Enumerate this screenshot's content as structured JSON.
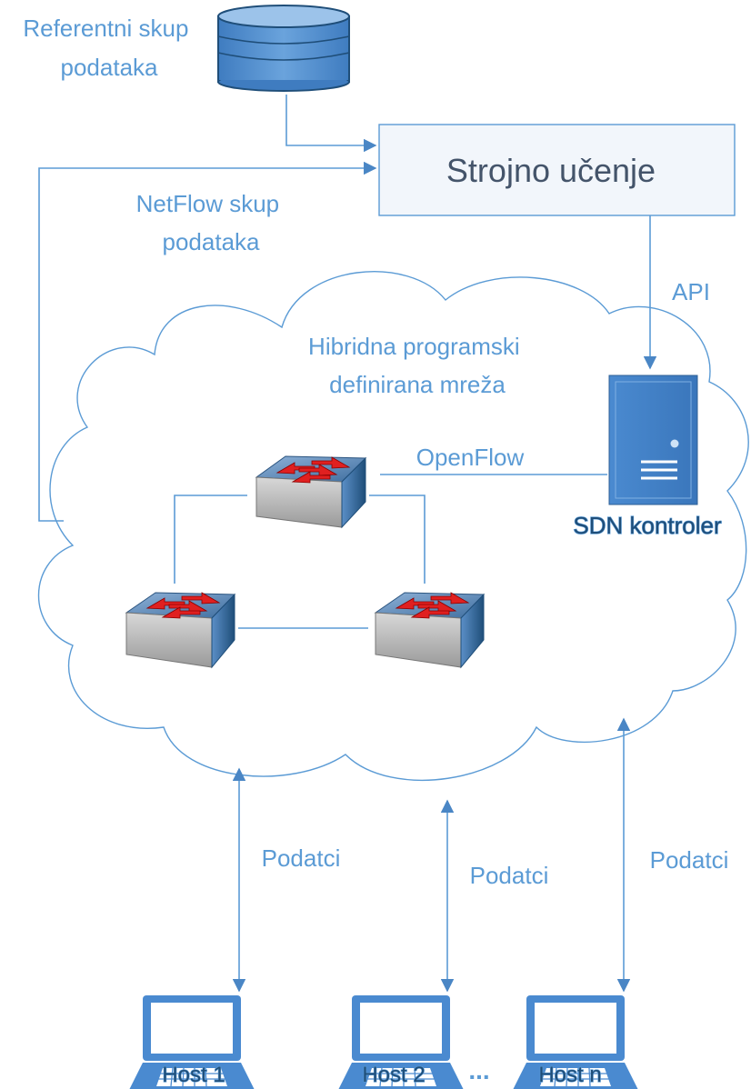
{
  "labels": {
    "reference_dataset": [
      "Referentni skup",
      "podataka"
    ],
    "machine_learning": "Strojno učenje",
    "netflow_dataset": [
      "NetFlow skup",
      "podataka"
    ],
    "api": "API",
    "network": [
      "Hibridna programski",
      "definirana mreža"
    ],
    "openflow": "OpenFlow",
    "controller": "SDN kontroler",
    "data_flow": [
      "Podatci",
      "Podatci",
      "Podatci"
    ],
    "hosts": [
      "Host 1",
      "Host 2",
      "Host n"
    ],
    "ellipsis": "..."
  },
  "colors": {
    "accent": "#5b9bd5",
    "line": "#41719c",
    "arrow": "#5b9bd5",
    "box_fill": "#f2f6fb",
    "switch_top": "#5c88b6",
    "switch_arrow": "#e02020"
  },
  "icons": [
    "database-icon",
    "server-icon",
    "switch-icon",
    "laptop-icon"
  ]
}
